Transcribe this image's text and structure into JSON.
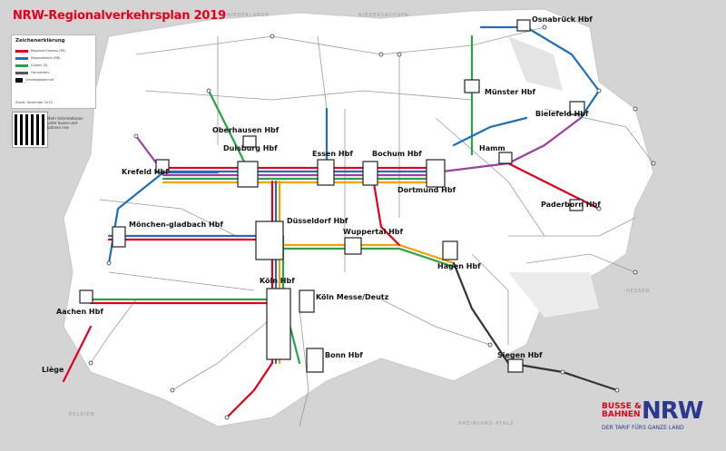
{
  "title": "NRW-Regionalverkehrsplan 2019",
  "legend": {
    "heading": "Zeichenerklärung",
    "items": [
      {
        "label": "Regional-Express (RE)",
        "color": "#e2001a"
      },
      {
        "label": "Regionalbahn (RB)",
        "color": "#1f6fb2"
      },
      {
        "label": "S-Bahn (S)",
        "color": "#2aa04a"
      },
      {
        "label": "Fernverkehr",
        "color": "#555555"
      },
      {
        "label": "Umsteigebahnhof",
        "color": "#111111"
      }
    ],
    "stand": "Stand: Dezember 2019"
  },
  "qr_label": "Mehr Informationen unter busse-und-bahnen.nrw",
  "stations": [
    {
      "id": "osnabrueck",
      "name": "Osnabrück Hbf"
    },
    {
      "id": "muenster",
      "name": "Münster Hbf"
    },
    {
      "id": "bielefeld",
      "name": "Bielefeld Hbf"
    },
    {
      "id": "oberhausen",
      "name": "Oberhausen Hbf"
    },
    {
      "id": "duisburg",
      "name": "Duisburg Hbf"
    },
    {
      "id": "essen",
      "name": "Essen Hbf"
    },
    {
      "id": "bochum",
      "name": "Bochum Hbf"
    },
    {
      "id": "dortmund",
      "name": "Dortmund Hbf"
    },
    {
      "id": "hamm",
      "name": "Hamm"
    },
    {
      "id": "paderborn",
      "name": "Paderborn Hbf"
    },
    {
      "id": "krefeld",
      "name": "Krefeld Hbf"
    },
    {
      "id": "duesseldorf",
      "name": "Düsseldorf Hbf"
    },
    {
      "id": "wuppertal",
      "name": "Wuppertal Hbf"
    },
    {
      "id": "hagen",
      "name": "Hagen Hbf"
    },
    {
      "id": "moenchengladbach",
      "name": "Mönchen-gladbach Hbf"
    },
    {
      "id": "koeln",
      "name": "Köln Hbf"
    },
    {
      "id": "koeln_messe",
      "name": "Köln Messe/Deutz"
    },
    {
      "id": "aachen",
      "name": "Aachen Hbf"
    },
    {
      "id": "bonn",
      "name": "Bonn Hbf"
    },
    {
      "id": "siegen",
      "name": "Siegen Hbf"
    },
    {
      "id": "liege",
      "name": "Liège"
    }
  ],
  "regions": {
    "nl": "NIEDERLANDE",
    "nds": "NIEDERSACHSEN",
    "hessen": "HESSEN",
    "rlp": "RHEINLAND-PFALZ",
    "be": "BELGIEN"
  },
  "logo": {
    "busse": "BUSSE &\nBAHNEN",
    "nrw": "NRW",
    "claim": "DER TARIF FÜRS GANZE LAND"
  },
  "colors": {
    "brand_red": "#e2001a",
    "brand_blue": "#2b3a8f",
    "land": "#ffffff",
    "outside": "#d4d4d4"
  }
}
